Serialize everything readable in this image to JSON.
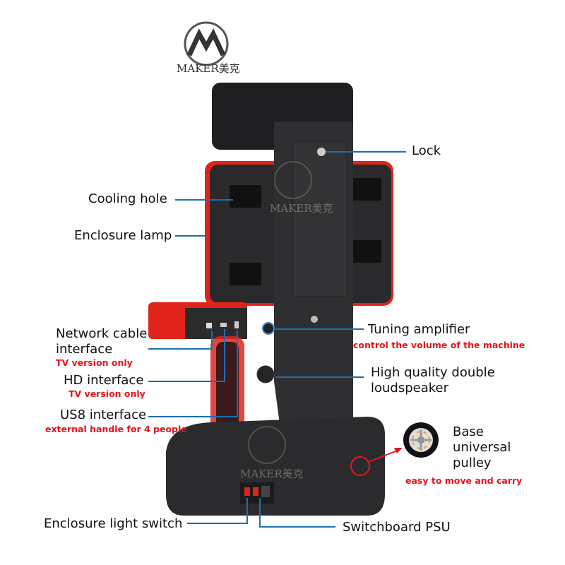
{
  "logo": {
    "text": "MAKER美克"
  },
  "watermarks": [
    "MAKER美克",
    "MAKER美克"
  ],
  "labels": {
    "lock": "Lock",
    "cooling_hole": "Cooling hole",
    "enclosure_lamp": "Enclosure lamp",
    "network_cable": {
      "line1": "Network cable",
      "line2": "interface",
      "note": "TV version only"
    },
    "hd_interface": {
      "title": "HD interface",
      "note": "TV version only"
    },
    "usb_interface": {
      "title": "US8 interface",
      "note": "external handle for 4 people"
    },
    "tuning_amplifier": {
      "title": "Tuning amplifier",
      "note": "control the volume of the machine"
    },
    "loudspeaker": {
      "line1": "High quality double",
      "line2": "loudspeaker"
    },
    "pulley": {
      "line1": "Base",
      "line2": "universal",
      "line3": "pulley",
      "note": "easy to move and carry"
    },
    "light_switch": "Enclosure light switch",
    "psu": "Switchboard PSU"
  },
  "colors": {
    "leader_line": "#1a6fb0",
    "note": "#e8141c",
    "body": "#2b2b2d",
    "accent": "#e0241c"
  }
}
